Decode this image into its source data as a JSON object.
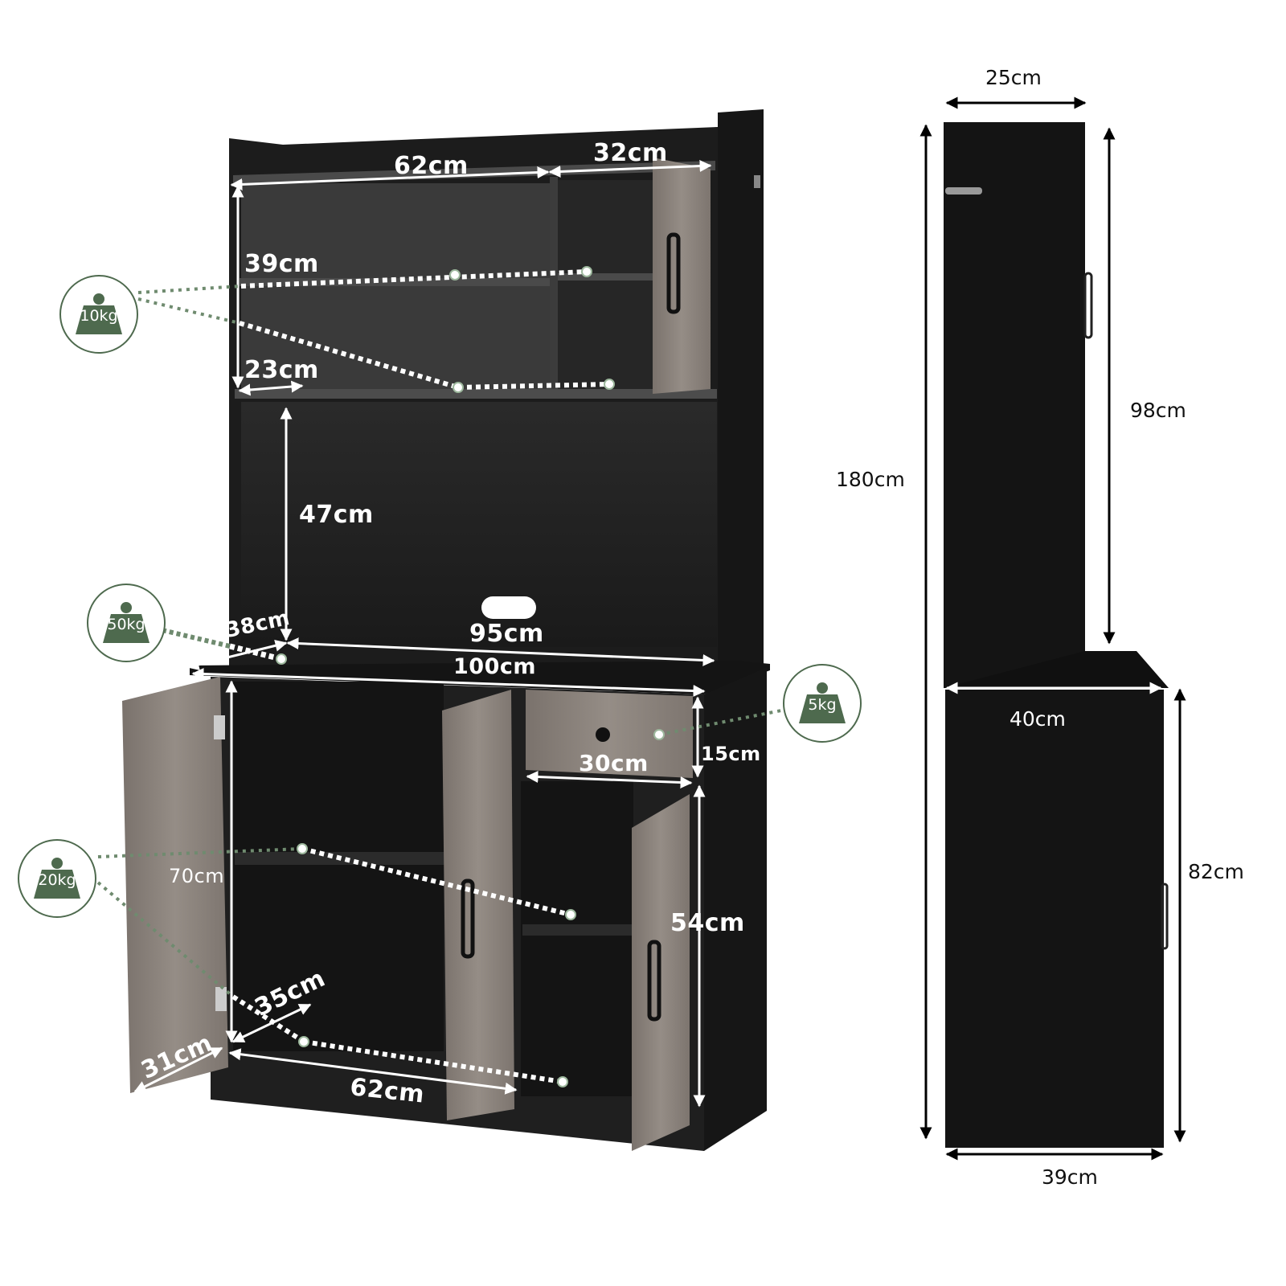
{
  "colors": {
    "cabinet_dark": "#1c1c1c",
    "cabinet_panel": "#262626",
    "wood_door": "#8a817b",
    "badge_green": "#4e6a4e",
    "dimension_line_white": "#ffffff",
    "dimension_line_black": "#000000"
  },
  "front_view": {
    "upper_hutch": {
      "width_left": "62cm",
      "width_right": "32cm",
      "shelf_height_upper": "39cm",
      "shelf_depth": "23cm",
      "open_height": "47cm",
      "counter_width": "95cm",
      "counter_depth": "38cm"
    },
    "base": {
      "top_width": "100cm",
      "drawer_height": "15cm",
      "drawer_width": "30cm",
      "left_cabinet_height": "70cm",
      "left_cabinet_depth_inner": "35cm",
      "left_cabinet_depth": "31cm",
      "left_cabinet_width": "62cm",
      "right_cabinet_height": "54cm"
    },
    "load_badges": [
      {
        "label": "10kg"
      },
      {
        "label": "50kg"
      },
      {
        "label": "5kg"
      },
      {
        "label": "20kg"
      }
    ]
  },
  "side_view": {
    "top_depth": "25cm",
    "total_height": "180cm",
    "hutch_height": "98cm",
    "counter_depth": "40cm",
    "base_height": "82cm",
    "base_depth": "39cm"
  }
}
